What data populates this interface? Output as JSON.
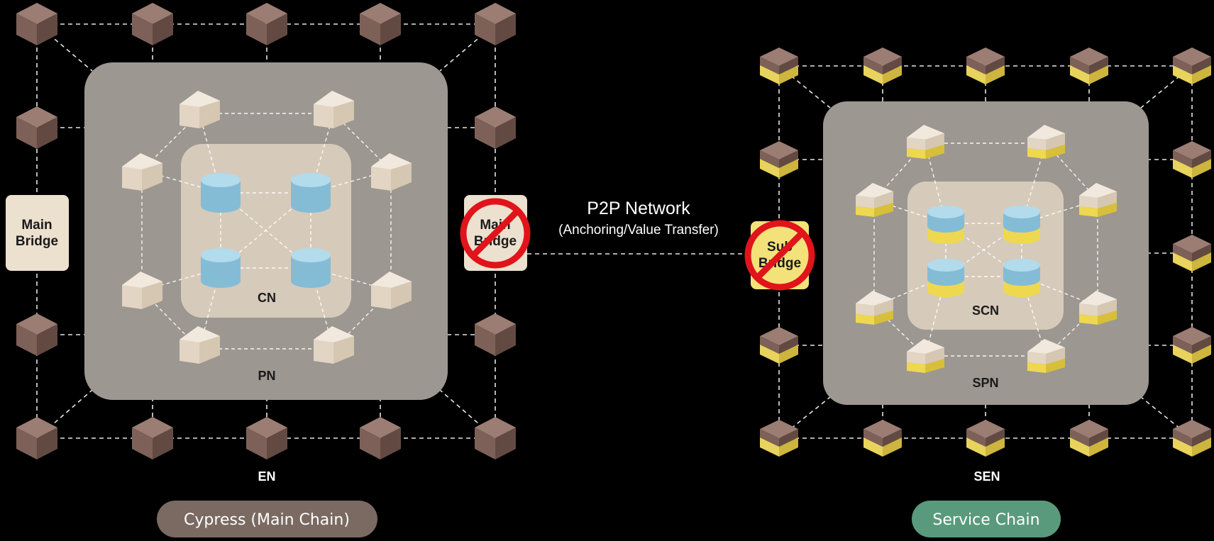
{
  "main_chain": {
    "en_label": "EN",
    "pn_label": "PN",
    "cn_label": "CN",
    "bridge_left": [
      "Main",
      "Bridge"
    ],
    "bridge_right": [
      "Main",
      "Bridge"
    ],
    "chain_name": "Cypress (Main Chain)",
    "chain_color": "#7a6a61"
  },
  "service_chain": {
    "sen_label": "SEN",
    "spn_label": "SPN",
    "scn_label": "SCN",
    "bridge": [
      "Sub",
      "Bridge"
    ],
    "chain_name": "Service Chain",
    "chain_color": "#5a9a7c"
  },
  "p2p": {
    "title": "P2P Network",
    "subtitle": "(Anchoring/Value Transfer)"
  },
  "colors": {
    "cube": "#7d6158",
    "cube_yellow": "#e8d35c",
    "wedge": "#e4d8c8",
    "cylinder": "#8ec3dc",
    "outer_panel": "#9c9791",
    "inner_panel": "#d6cabb",
    "bridge_bg": "#ece0cf",
    "sub_bridge_bg": "#f3e27a",
    "forbidden": "#e0141a"
  }
}
